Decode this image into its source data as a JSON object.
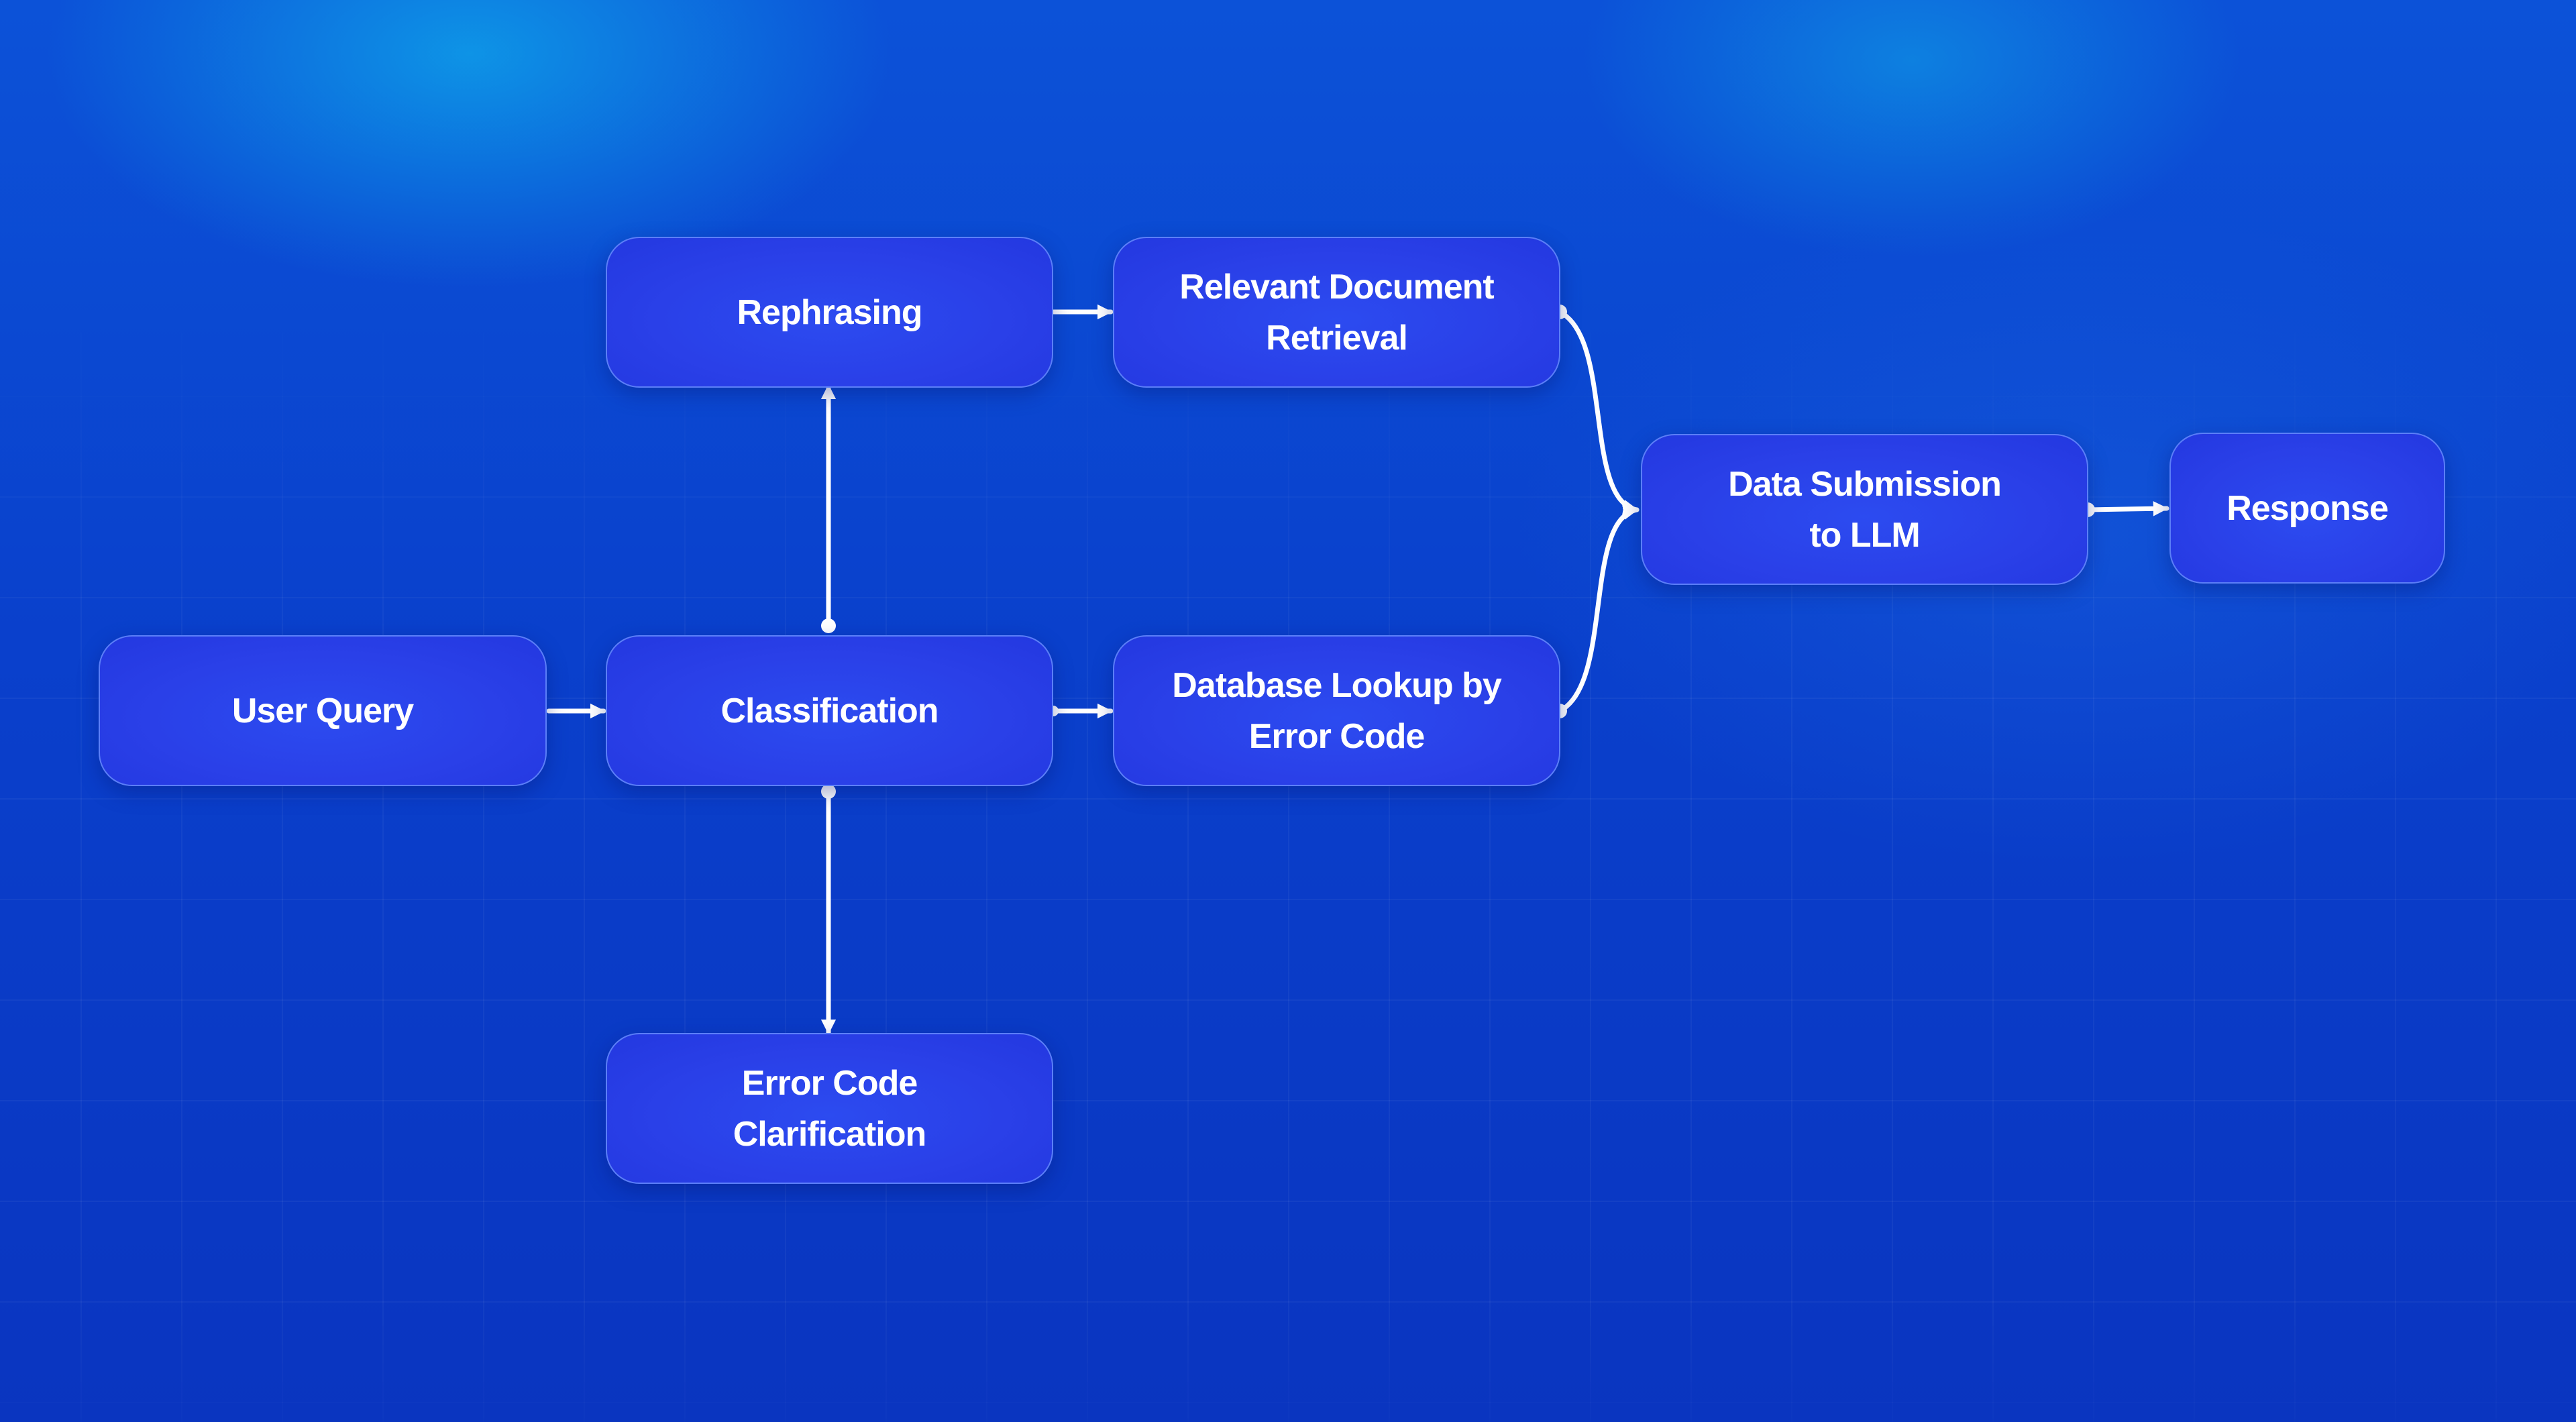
{
  "diagram": {
    "nodes": {
      "user_query": "User Query",
      "classification": "Classification",
      "rephrasing": "Rephrasing",
      "relevant_document_retrieval": "Relevant Document\nRetrieval",
      "database_lookup": "Database Lookup by\nError Code",
      "error_code_clarification": "Error Code\nClarification",
      "data_submission": "Data Submission\nto LLM",
      "response": "Response"
    },
    "edges": [
      {
        "from": "user_query",
        "to": "classification"
      },
      {
        "from": "classification",
        "to": "rephrasing"
      },
      {
        "from": "classification",
        "to": "database_lookup"
      },
      {
        "from": "classification",
        "to": "error_code_clarification"
      },
      {
        "from": "rephrasing",
        "to": "relevant_document_retrieval"
      },
      {
        "from": "relevant_document_retrieval",
        "to": "data_submission"
      },
      {
        "from": "database_lookup",
        "to": "data_submission"
      },
      {
        "from": "data_submission",
        "to": "response"
      }
    ],
    "colors": {
      "background": "#0a40cc",
      "node_fill": "#2a40e8",
      "node_border": "#6e96ff",
      "connector": "#ffffff",
      "text": "#ffffff"
    }
  }
}
